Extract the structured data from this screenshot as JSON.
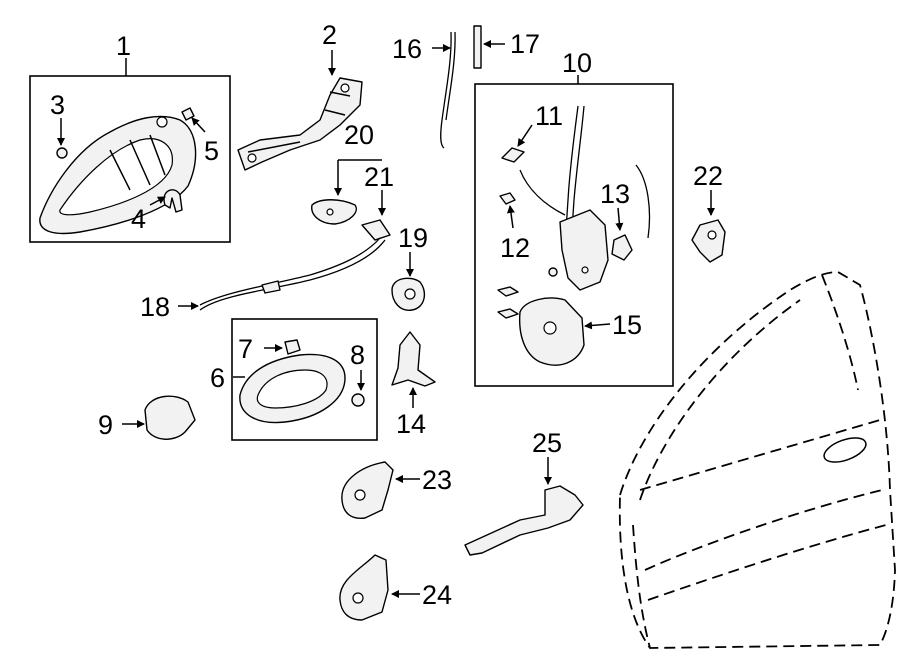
{
  "callouts": {
    "c1": "1",
    "c2": "2",
    "c3": "3",
    "c4": "4",
    "c5": "5",
    "c6": "6",
    "c7": "7",
    "c8": "8",
    "c9": "9",
    "c10": "10",
    "c11": "11",
    "c12": "12",
    "c13": "13",
    "c14": "14",
    "c15": "15",
    "c16": "16",
    "c17": "17",
    "c18": "18",
    "c19": "19",
    "c20": "20",
    "c21": "21",
    "c22": "22",
    "c23": "23",
    "c24": "24",
    "c25": "25"
  },
  "colors": {
    "line": "#000000",
    "part_fill": "#f2f2f2",
    "background": "#ffffff"
  }
}
